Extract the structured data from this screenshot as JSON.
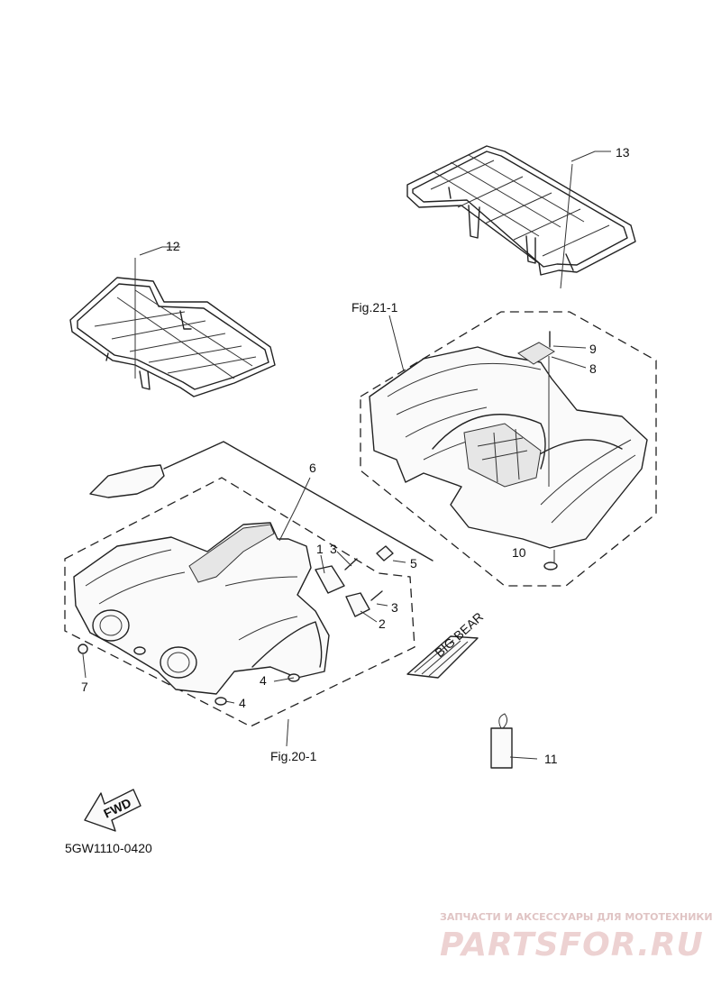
{
  "diagram": {
    "part_labels": {
      "p1": "1",
      "p2": "2",
      "p3a": "3",
      "p3b": "3",
      "p4a": "4",
      "p4b": "4",
      "p5": "5",
      "p6": "6",
      "p7": "7",
      "p8": "8",
      "p9": "9",
      "p10": "10",
      "p11": "11",
      "p12": "12",
      "p13": "13"
    },
    "figure_refs": {
      "rear_fender": "Fig.21-1",
      "front_fender": "Fig.20-1"
    },
    "fwd_label": "FWD",
    "drawing_code": "5GW1110-0420",
    "decal_text": "BIG BEAR"
  },
  "watermark": {
    "line1": "ЗАПЧАСТИ И АКСЕССУАРЫ ДЛЯ МОТОТЕХНИКИ",
    "line2": "PARTSFOR.RU",
    "color": "#e0c4c4"
  }
}
